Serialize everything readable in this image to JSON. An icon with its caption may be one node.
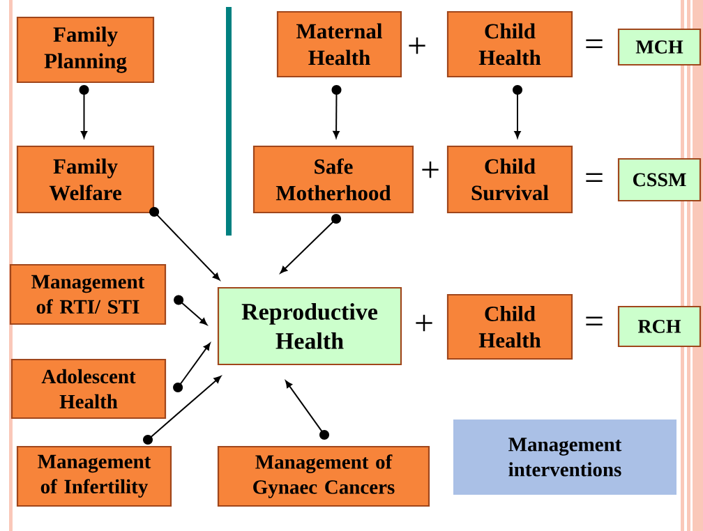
{
  "diagram": {
    "nodes": [
      {
        "text": [
          "Family Planning"
        ]
      },
      {
        "text": [
          "Maternal Health"
        ]
      },
      {
        "text": [
          "Child Health"
        ]
      },
      {
        "text": [
          "MCH"
        ]
      },
      {
        "text": [
          "Family Welfare"
        ]
      },
      {
        "text": [
          "Safe Motherhood"
        ]
      },
      {
        "text": [
          "Child Survival"
        ]
      },
      {
        "text": [
          "CSSM"
        ]
      },
      {
        "text": [
          "Management of RTI/ STI"
        ]
      },
      {
        "text": [
          "Reproductive Health"
        ]
      },
      {
        "text": [
          "Child Health"
        ]
      },
      {
        "text": [
          "RCH"
        ]
      },
      {
        "text": [
          "Adolescent Health"
        ]
      },
      {
        "text": [
          "Management of Infertility"
        ]
      },
      {
        "text": [
          "Management of Gynaec Cancers"
        ]
      },
      {
        "text": [
          "Management interventions"
        ]
      }
    ],
    "edges": [
      {
        "from": 0,
        "to": 4,
        "arrow": "to"
      },
      {
        "from": 1,
        "to": 5,
        "arrow": "to"
      },
      {
        "from": 2,
        "to": 6,
        "arrow": "to"
      },
      {
        "from": 4,
        "to": 9,
        "arrow": "to"
      },
      {
        "from": 5,
        "to": 9,
        "arrow": "to"
      },
      {
        "from": 8,
        "to": 9,
        "arrow": "to"
      },
      {
        "from": 12,
        "to": 9,
        "arrow": "to"
      },
      {
        "from": 13,
        "to": 9,
        "arrow": "to"
      },
      {
        "from": 14,
        "to": 9,
        "arrow": "to"
      }
    ],
    "labels": [
      "+",
      "=",
      "+",
      "=",
      "+",
      "="
    ]
  }
}
